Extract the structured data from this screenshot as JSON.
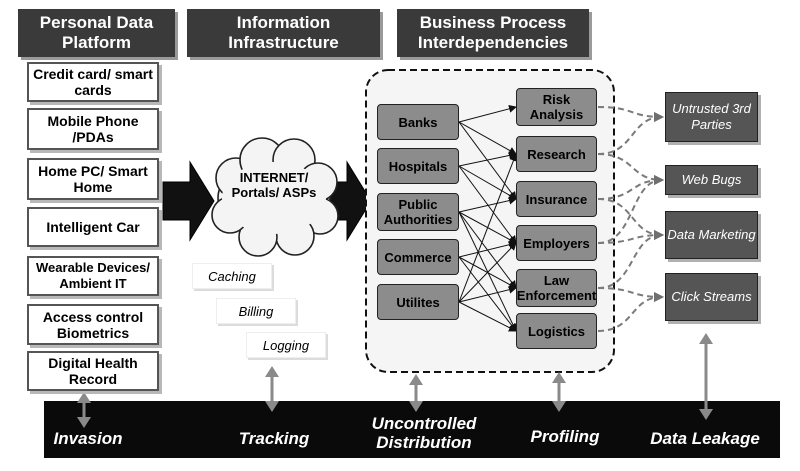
{
  "headers": {
    "personal": "Personal Data Platform",
    "infrastructure": "Information Infrastructure",
    "business": "Business Process Interdependencies"
  },
  "personal_platforms": [
    "Credit card/ smart cards",
    "Mobile Phone /PDAs",
    "Home PC/ Smart Home",
    "Intelligent Car",
    "Wearable Devices/ Ambient IT",
    "Access control Biometrics",
    "Digital Health Record"
  ],
  "internet": "INTERNET/ Portals/ ASPs",
  "infra_services": [
    "Caching",
    "Billing",
    "Logging"
  ],
  "sources": [
    "Banks",
    "Hospitals",
    "Public Authorities",
    "Commerce",
    "Utilites"
  ],
  "processes": [
    "Risk Analysis",
    "Research",
    "Insurance",
    "Employers",
    "Law Enforcement",
    "Logistics"
  ],
  "destinations": [
    "Untrusted 3rd Parties",
    "Web Bugs",
    "Data Marketing",
    "Click Streams"
  ],
  "risks": [
    "Invasion",
    "Tracking",
    "Uncontrolled Distribution",
    "Profiling",
    "Data Leakage"
  ],
  "colors": {
    "header_bg": "#3a3a3a",
    "bottom_bar": "#0a0a0a",
    "process_box": "#8c8c8c",
    "destination_box": "#555555",
    "connector_arrow": "#8a8a8a"
  }
}
